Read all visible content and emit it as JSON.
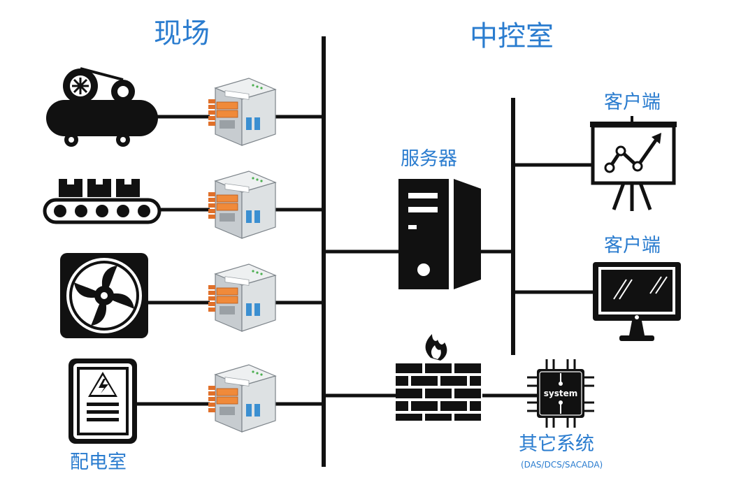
{
  "headings": {
    "field": "现场",
    "control_room": "中控室"
  },
  "labels": {
    "client_top": "客户端",
    "client_bottom": "客户端",
    "server": "服务器",
    "power_room": "配电室",
    "other_system": "其它系统",
    "other_system_sub": "(DAS/DCS/SACADA)",
    "chip_text": "system"
  },
  "colors": {
    "label_blue": "#2a7ccf",
    "icon_black": "#111111",
    "module_grey": "#cfd3d6",
    "terminal_orange": "#e0702a"
  }
}
